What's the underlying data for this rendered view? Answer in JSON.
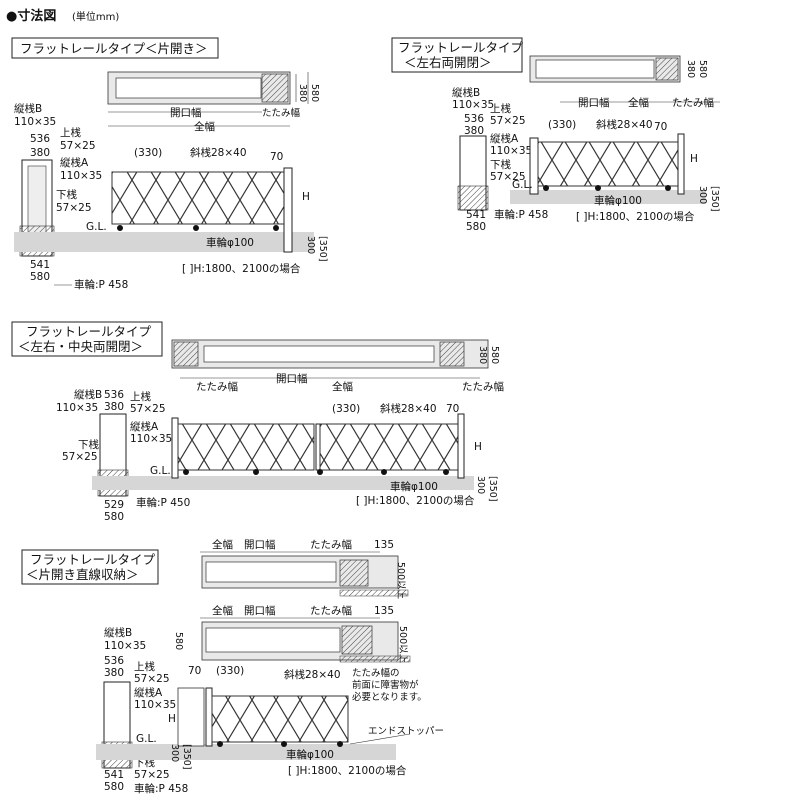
{
  "header": {
    "title": "●寸法図",
    "unit": "(単位mm)"
  },
  "panels": {
    "p1": {
      "title": "フラットレールタイプ＜片開き＞",
      "plan": {
        "opening": "開口幅",
        "fold": "たたみ幅",
        "total": "全幅",
        "d1": "380",
        "d2": "580"
      },
      "side": {
        "tateB": "縦桟B",
        "tateB_size": "110×35",
        "d536": "536",
        "d380": "380",
        "top": "上桟",
        "top_size": "57×25",
        "tateA": "縦桟A",
        "tateA_size": "110×35",
        "bottom": "下桟",
        "bottom_size": "57×25",
        "d541": "541",
        "d580": "580",
        "wheel_p": "車輪:P 458"
      },
      "front": {
        "pitch": "(330)",
        "diag": "斜桟28×40",
        "d70": "70",
        "h": "H",
        "gl": "G.L.",
        "wheel": "車輪φ100",
        "d300": "300",
        "d350": "[350]",
        "note": "[ ]H:1800、2100の場合"
      }
    },
    "p2": {
      "title_line1": "フラットレールタイプ",
      "title_line2": "＜左右両開閉＞",
      "plan": {
        "opening": "開口幅",
        "total": "全幅",
        "fold": "たたみ幅",
        "d1": "380",
        "d2": "580"
      },
      "side": {
        "tateB": "縦桟B",
        "tateB_size": "110×35",
        "d536": "536",
        "d380": "380",
        "top": "上桟",
        "top_size": "57×25",
        "tateA": "縦桟A",
        "tateA_size": "110×35",
        "bottom": "下桟",
        "bottom_size": "57×25",
        "d541": "541",
        "d580": "580",
        "wheel_p": "車輪:P 458"
      },
      "front": {
        "pitch": "(330)",
        "diag": "斜桟28×40",
        "d70": "70",
        "h": "H",
        "gl": "G.L.",
        "wheel": "車輪φ100",
        "d300": "300",
        "d350": "[350]",
        "note": "[ ]H:1800、2100の場合"
      }
    },
    "p3": {
      "title_line1": "フラットレールタイプ",
      "title_line2": "＜左右・中央両開閉＞",
      "plan": {
        "fold_l": "たたみ幅",
        "opening": "開口幅",
        "total": "全幅",
        "fold_r": "たたみ幅",
        "d1": "380",
        "d2": "580"
      },
      "side": {
        "tateB": "縦桟B",
        "tateB_size": "110×35",
        "d536": "536",
        "d380": "380",
        "top": "上桟",
        "top_size": "57×25",
        "tateA": "縦桟A",
        "tateA_size": "110×35",
        "bottom": "下桟",
        "bottom_size": "57×25",
        "d529": "529",
        "d580": "580",
        "wheel_p": "車輪:P 450"
      },
      "front": {
        "pitch": "(330)",
        "diag": "斜桟28×40",
        "d70": "70",
        "h": "H",
        "gl": "G.L.",
        "wheel": "車輪φ100",
        "d300": "300",
        "d350": "[350]",
        "note": "[ ]H:1800、2100の場合"
      }
    },
    "p4": {
      "title_line1": "フラットレールタイプ",
      "title_line2": "＜片開き直線収納＞",
      "plan1": {
        "total": "全幅",
        "opening": "開口幅",
        "fold": "たたみ幅",
        "d135": "135",
        "d500": "500以上"
      },
      "plan2": {
        "total": "全幅",
        "opening": "開口幅",
        "fold": "たたみ幅",
        "d135": "135",
        "d580": "580",
        "d500": "500以上",
        "note1": "たたみ幅の",
        "note2": "前面に障害物が",
        "note3": "必要となります。"
      },
      "side": {
        "tateB": "縦桟B",
        "tateB_size": "110×35",
        "d536": "536",
        "d380": "380",
        "top": "上桟",
        "top_size": "57×25",
        "tateA": "縦桟A",
        "tateA_size": "110×35",
        "bottom": "下桟",
        "bottom_size": "57×25",
        "d541": "541",
        "d580": "580",
        "wheel_p": "車輪:P 458"
      },
      "front": {
        "d70": "70",
        "pitch": "(330)",
        "diag": "斜桟28×40",
        "h": "H",
        "gl": "G.L.",
        "stopper": "エンドストッパー",
        "wheel": "車輪φ100",
        "d300": "300",
        "d350": "[350]",
        "note": "[ ]H:1800、2100の場合"
      }
    }
  }
}
